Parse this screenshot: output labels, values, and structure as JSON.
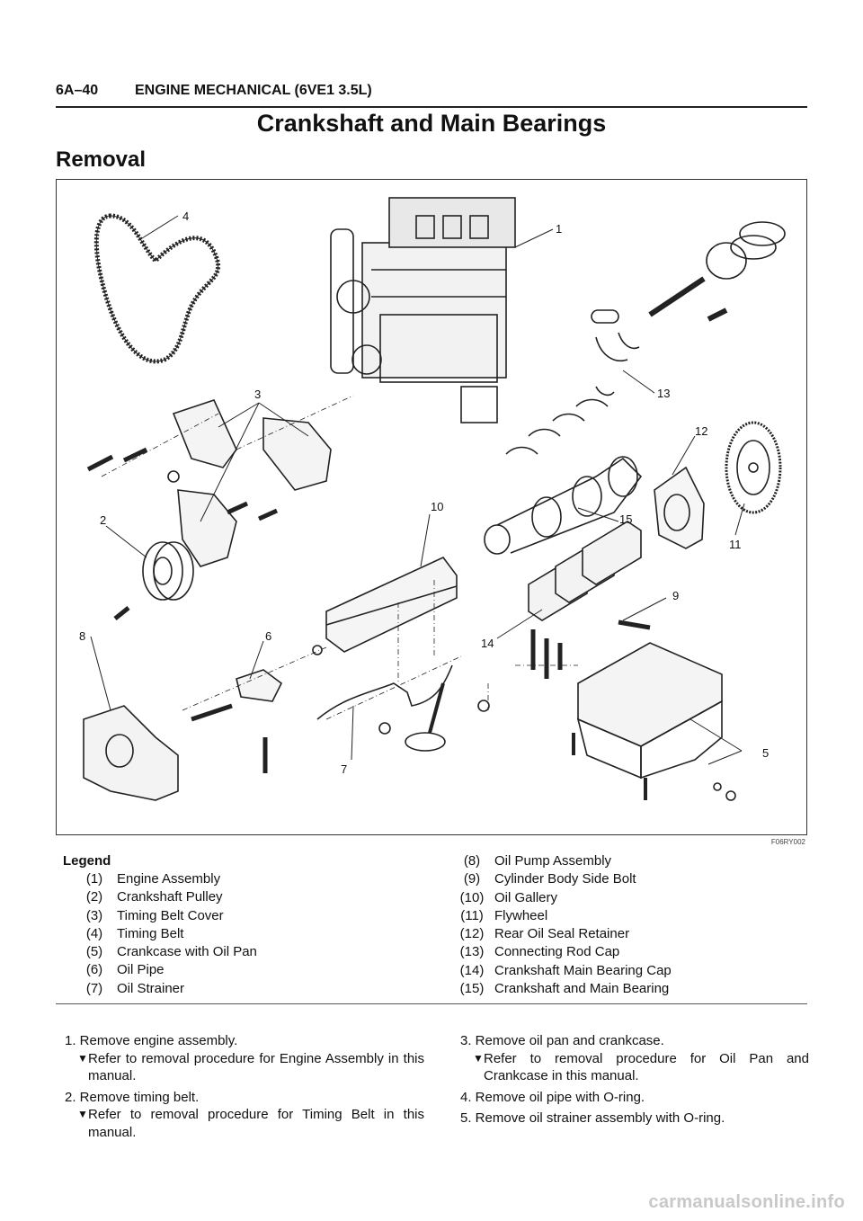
{
  "header": {
    "page_number": "6A–40",
    "section": "ENGINE MECHANICAL (6VE1 3.5L)"
  },
  "title": "Crankshaft and Main Bearings",
  "subtitle": "Removal",
  "figure": {
    "code": "F06RY002",
    "callouts": [
      "1",
      "2",
      "3",
      "4",
      "5",
      "6",
      "7",
      "8",
      "9",
      "10",
      "11",
      "12",
      "13",
      "14",
      "15"
    ]
  },
  "legend": {
    "title": "Legend",
    "left": [
      {
        "n": "(1)",
        "label": "Engine Assembly"
      },
      {
        "n": "(2)",
        "label": "Crankshaft Pulley"
      },
      {
        "n": "(3)",
        "label": "Timing Belt Cover"
      },
      {
        "n": "(4)",
        "label": "Timing Belt"
      },
      {
        "n": "(5)",
        "label": "Crankcase with Oil Pan"
      },
      {
        "n": "(6)",
        "label": "Oil Pipe"
      },
      {
        "n": "(7)",
        "label": "Oil Strainer"
      }
    ],
    "right": [
      {
        "n": "(8)",
        "label": "Oil Pump Assembly"
      },
      {
        "n": "(9)",
        "label": "Cylinder Body Side Bolt"
      },
      {
        "n": "(10)",
        "label": "Oil Gallery"
      },
      {
        "n": "(11)",
        "label": "Flywheel"
      },
      {
        "n": "(12)",
        "label": "Rear Oil Seal Retainer"
      },
      {
        "n": "(13)",
        "label": "Connecting Rod Cap"
      },
      {
        "n": "(14)",
        "label": "Crankshaft Main Bearing Cap"
      },
      {
        "n": "(15)",
        "label": "Crankshaft and Main Bearing"
      }
    ]
  },
  "steps": {
    "left": [
      {
        "text": "1. Remove engine assembly.",
        "ref": "Refer to removal procedure for Engine Assembly in this manual."
      },
      {
        "text": "2. Remove timing belt.",
        "ref": "Refer to removal procedure for Timing Belt in this manual."
      }
    ],
    "right": [
      {
        "text": "3. Remove oil pan and crankcase.",
        "ref": "Refer to removal procedure for Oil Pan and Crankcase in this manual."
      },
      {
        "text": "4. Remove oil pipe with O-ring.",
        "ref": ""
      },
      {
        "text": "5. Remove oil strainer assembly with O-ring.",
        "ref": ""
      }
    ],
    "ref_icon": "triangle-pointer-icon"
  },
  "footer": {
    "watermark": "carmanualsonline.info"
  }
}
